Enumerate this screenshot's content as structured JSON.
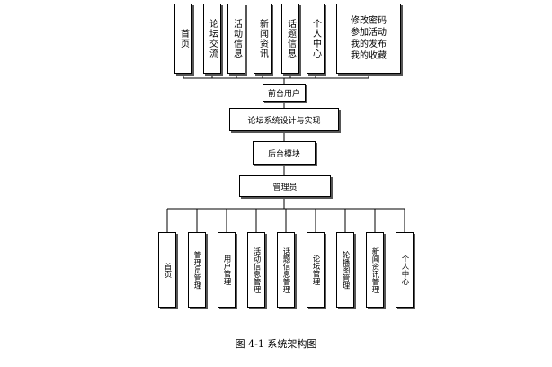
{
  "frontend_modules": [
    "首页",
    "论坛交流",
    "活动信息",
    "新闻资讯",
    "话题信息",
    "个人中心"
  ],
  "frontend_extra": "修改密码\n参加活动\n我的发布\n我的收藏",
  "front_user": "前台用户",
  "system": "论坛系统设计与实现",
  "backend": "后台模块",
  "admin": "管理员",
  "backend_modules": [
    "首页",
    "管理员管理",
    "用户管理",
    "活动信息管理",
    "话题信息管理",
    "论坛管理",
    "轮播图管理",
    "新闻资讯管理",
    "个人中心"
  ],
  "caption": "图  4-1 系统架构图"
}
